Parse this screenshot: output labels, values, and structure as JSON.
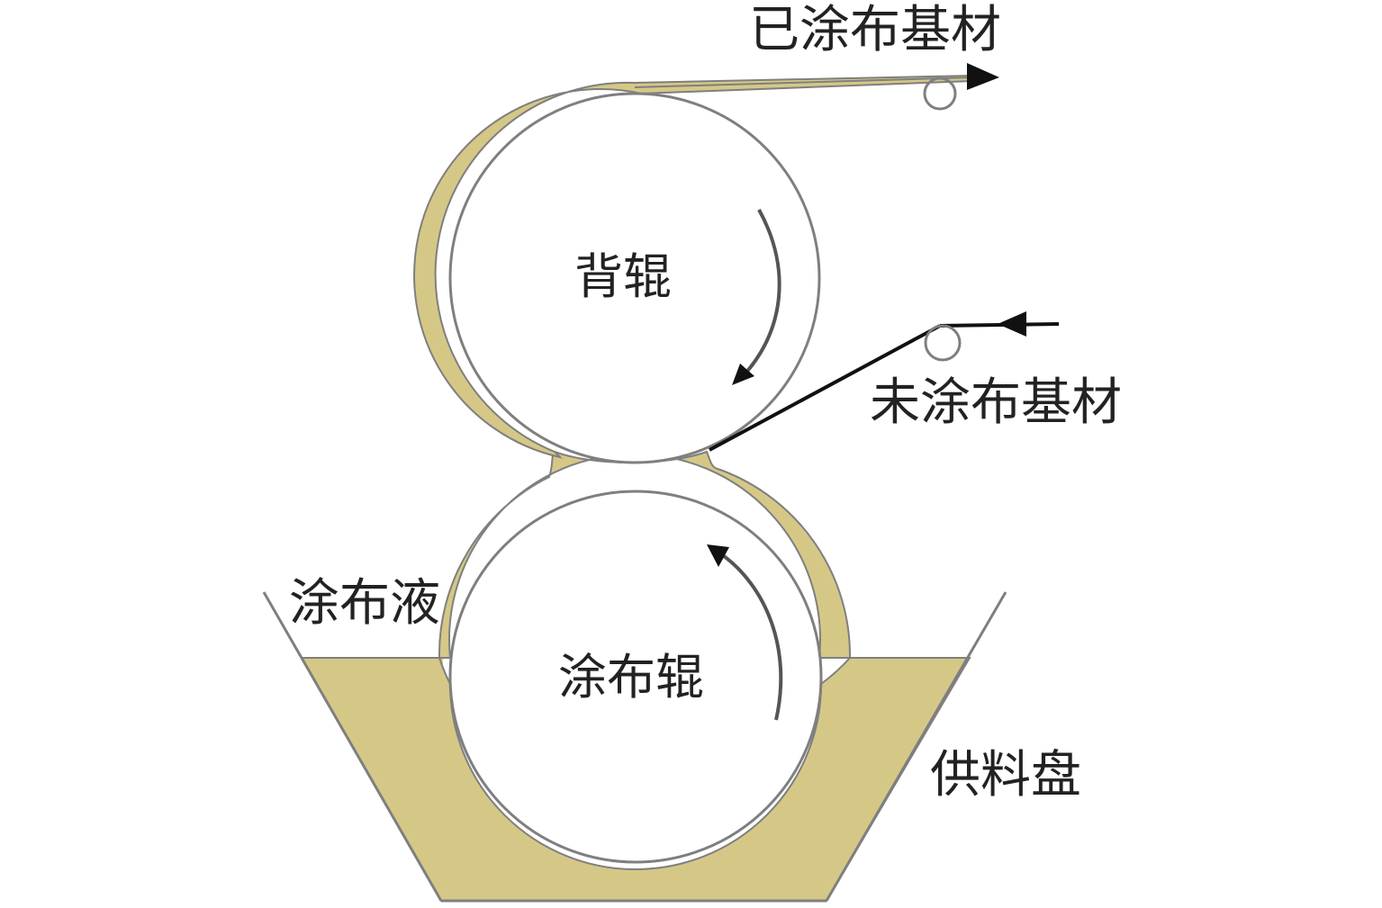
{
  "labels": {
    "coated_substrate": "已涂布基材",
    "uncoated_substrate": "未涂布基材",
    "back_roll": "背辊",
    "coating_roll": "涂布辊",
    "coating_liquid": "涂布液",
    "feed_tray": "供料盘"
  },
  "colors": {
    "coating_fill": "#d5c887",
    "outline": "#7f7f7f",
    "dark_outline": "#555555",
    "arrow": "#111111",
    "text": "#222222",
    "background": "#ffffff"
  }
}
